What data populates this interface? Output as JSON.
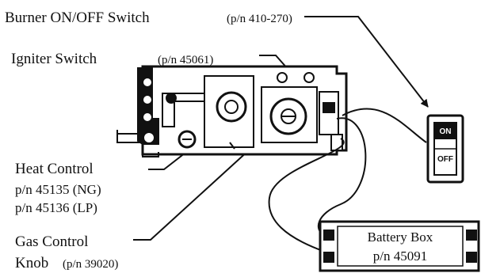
{
  "labels": {
    "burner_title": "Burner ON/OFF Switch",
    "burner_pn": "(p/n 410-270)",
    "igniter_title": "Igniter Switch",
    "igniter_pn": "(p/n 45061)",
    "heat_title": "Heat Control",
    "heat_pn_ng": "p/n 45135 (NG)",
    "heat_pn_lp": "p/n 45136 (LP)",
    "gas_title": "Gas Control",
    "knob_word": "Knob",
    "knob_pn": "(p/n 39020)"
  },
  "switch": {
    "on": "ON",
    "off": "OFF"
  },
  "battery": {
    "title": "Battery Box",
    "pn": "p/n 45091"
  },
  "colors": {
    "ink": "#111111",
    "paper": "#ffffff"
  }
}
